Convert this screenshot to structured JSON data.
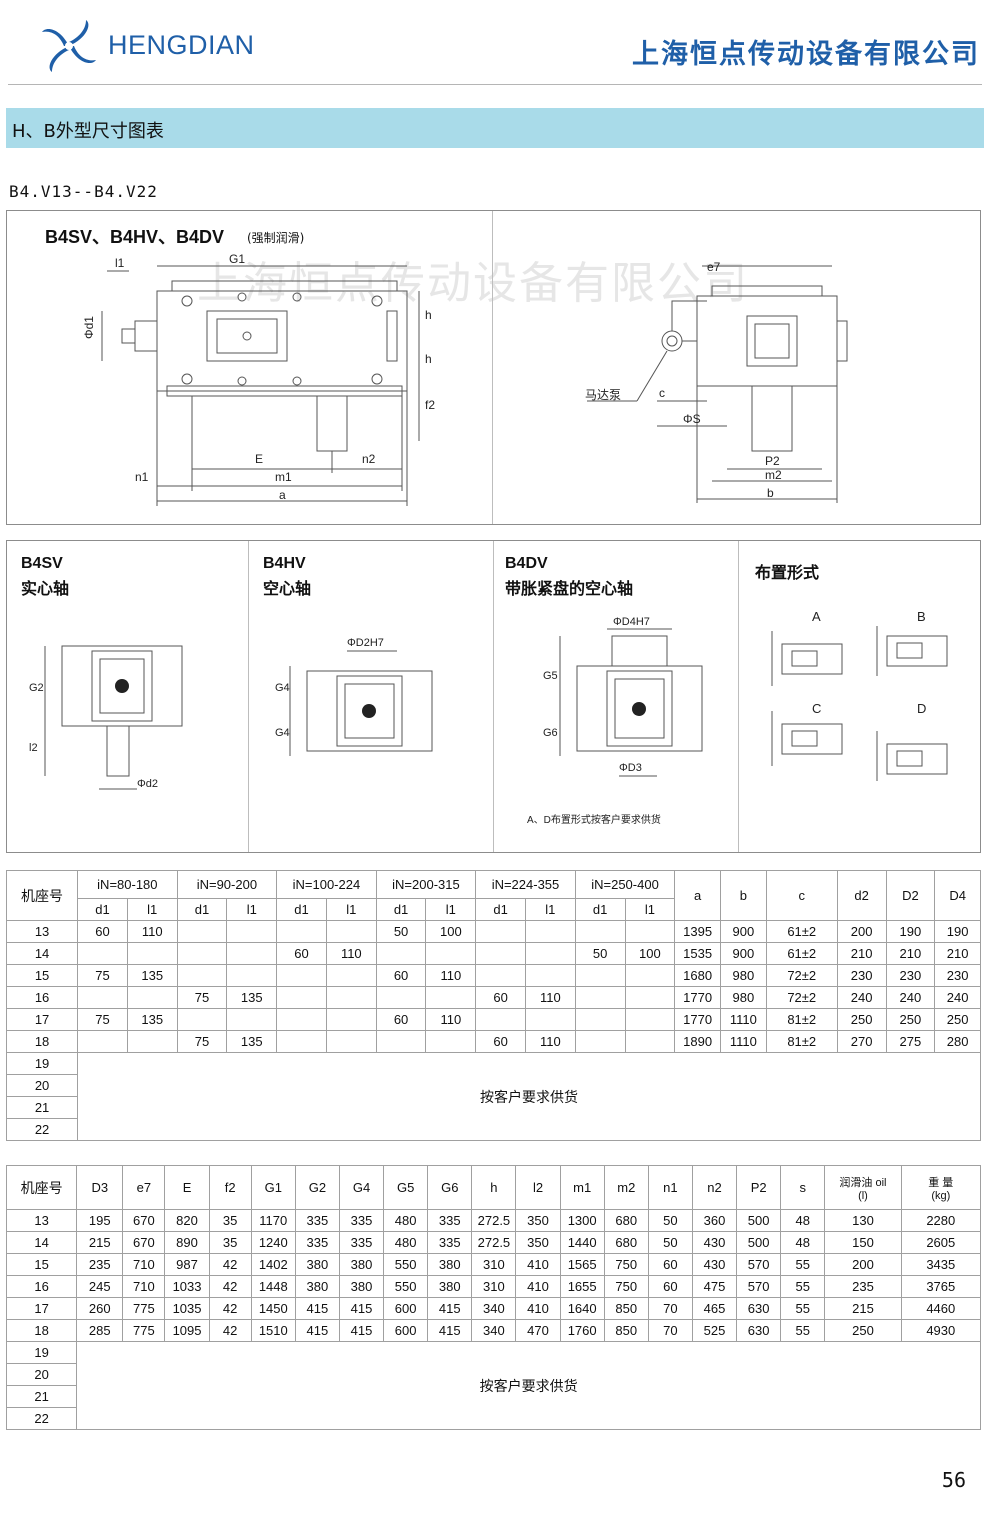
{
  "header": {
    "brand": "HENGDIAN",
    "company": "上海恒点传动设备有限公司"
  },
  "section": {
    "title": "H、B外型尺寸图表",
    "subtitle": "B4.V13--B4.V22"
  },
  "drawing_main": {
    "title": "B4SV、B4HV、B4DV",
    "note": "(强制润滑)",
    "watermark": "上海恒点传动设备有限公司",
    "labels": {
      "l1": "l1",
      "G1": "G1",
      "d1": "Φd1",
      "h1": "h",
      "h2": "h",
      "f2": "f2",
      "E": "E",
      "n2": "n2",
      "n1": "n1",
      "m1": "m1",
      "a": "a",
      "e7": "e7",
      "pump": "马达泵",
      "c": "c",
      "s": "ΦS",
      "P2": "P2",
      "m2": "m2",
      "b": "b"
    }
  },
  "panels": {
    "sv": {
      "code": "B4SV",
      "desc": "实心轴",
      "G2": "G2",
      "l2": "l2",
      "d2": "Φd2"
    },
    "hv": {
      "code": "B4HV",
      "desc": "空心轴",
      "D2": "ΦD2H7",
      "G4a": "G4",
      "G4b": "G4"
    },
    "dv": {
      "code": "B4DV",
      "desc": "带胀紧盘的空心轴",
      "D4": "ΦD4H7",
      "G5": "G5",
      "G6": "G6",
      "D3": "ΦD3",
      "note": "A、D布置形式按客户要求供货"
    },
    "layout": {
      "title": "布置形式",
      "A": "A",
      "B": "B",
      "C": "C",
      "D": "D"
    }
  },
  "table1": {
    "model_header": "机座号",
    "ratio_groups": [
      "iN=80-180",
      "iN=90-200",
      "iN=100-224",
      "iN=200-315",
      "iN=224-355",
      "iN=250-400"
    ],
    "sub_headers": [
      "d1",
      "l1"
    ],
    "right_headers": [
      "a",
      "b",
      "c",
      "d2",
      "D2",
      "D4"
    ],
    "rows": [
      {
        "model": "13",
        "cells": [
          "60",
          "110",
          "",
          "",
          "",
          "",
          "50",
          "100",
          "",
          "",
          "",
          ""
        ],
        "right": [
          "1395",
          "900",
          "61±2",
          "200",
          "190",
          "190"
        ]
      },
      {
        "model": "14",
        "cells": [
          "",
          "",
          "",
          "",
          "60",
          "110",
          "",
          "",
          "",
          "",
          "50",
          "100"
        ],
        "right": [
          "1535",
          "900",
          "61±2",
          "210",
          "210",
          "210"
        ]
      },
      {
        "model": "15",
        "cells": [
          "75",
          "135",
          "",
          "",
          "",
          "",
          "60",
          "110",
          "",
          "",
          "",
          ""
        ],
        "right": [
          "1680",
          "980",
          "72±2",
          "230",
          "230",
          "230"
        ]
      },
      {
        "model": "16",
        "cells": [
          "",
          "",
          "75",
          "135",
          "",
          "",
          "",
          "",
          "60",
          "110",
          "",
          ""
        ],
        "right": [
          "1770",
          "980",
          "72±2",
          "240",
          "240",
          "240"
        ]
      },
      {
        "model": "17",
        "cells": [
          "75",
          "135",
          "",
          "",
          "",
          "",
          "60",
          "110",
          "",
          "",
          "",
          ""
        ],
        "right": [
          "1770",
          "1110",
          "81±2",
          "250",
          "250",
          "250"
        ]
      },
      {
        "model": "18",
        "cells": [
          "",
          "",
          "75",
          "135",
          "",
          "",
          "",
          "",
          "60",
          "110",
          "",
          ""
        ],
        "right": [
          "1890",
          "1110",
          "81±2",
          "270",
          "275",
          "280"
        ]
      }
    ],
    "custom_models": [
      "19",
      "20",
      "21",
      "22"
    ],
    "custom_note": "按客户要求供货"
  },
  "table2": {
    "headers": [
      "机座号",
      "D3",
      "e7",
      "E",
      "f2",
      "G1",
      "G2",
      "G4",
      "G5",
      "G6",
      "h",
      "l2",
      "m1",
      "m2",
      "n1",
      "n2",
      "P2",
      "s"
    ],
    "oil_header": "润滑油 oil",
    "oil_unit": "(l)",
    "weight_header": "重 量",
    "weight_unit": "(kg)",
    "rows": [
      [
        "13",
        "195",
        "670",
        "820",
        "35",
        "1170",
        "335",
        "335",
        "480",
        "335",
        "272.5",
        "350",
        "1300",
        "680",
        "50",
        "360",
        "500",
        "48",
        "130",
        "2280"
      ],
      [
        "14",
        "215",
        "670",
        "890",
        "35",
        "1240",
        "335",
        "335",
        "480",
        "335",
        "272.5",
        "350",
        "1440",
        "680",
        "50",
        "430",
        "500",
        "48",
        "150",
        "2605"
      ],
      [
        "15",
        "235",
        "710",
        "987",
        "42",
        "1402",
        "380",
        "380",
        "550",
        "380",
        "310",
        "410",
        "1565",
        "750",
        "60",
        "430",
        "570",
        "55",
        "200",
        "3435"
      ],
      [
        "16",
        "245",
        "710",
        "1033",
        "42",
        "1448",
        "380",
        "380",
        "550",
        "380",
        "310",
        "410",
        "1655",
        "750",
        "60",
        "475",
        "570",
        "55",
        "235",
        "3765"
      ],
      [
        "17",
        "260",
        "775",
        "1035",
        "42",
        "1450",
        "415",
        "415",
        "600",
        "415",
        "340",
        "410",
        "1640",
        "850",
        "70",
        "465",
        "630",
        "55",
        "215",
        "4460"
      ],
      [
        "18",
        "285",
        "775",
        "1095",
        "42",
        "1510",
        "415",
        "415",
        "600",
        "415",
        "340",
        "470",
        "1760",
        "850",
        "70",
        "525",
        "630",
        "55",
        "250",
        "4930"
      ]
    ],
    "custom_models": [
      "19",
      "20",
      "21",
      "22"
    ],
    "custom_note": "按客户要求供货"
  },
  "page_number": "56",
  "colors": {
    "brand": "#1f5fa8",
    "section_bar": "#a9dbe9",
    "line": "#555555"
  }
}
